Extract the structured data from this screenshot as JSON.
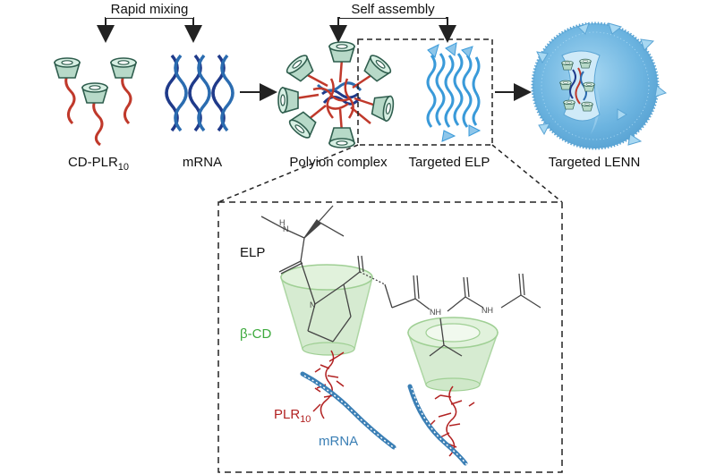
{
  "labels": {
    "rapid_mixing": "Rapid mixing",
    "self_assembly": "Self assembly",
    "cd_plr": "CD-PLR",
    "cd_plr_sub": "10",
    "mrna": "mRNA",
    "polyion_complex": "Polyion complex",
    "targeted_elp": "Targeted ELP",
    "targeted_lenn": "Targeted LENN",
    "inset_elp": "ELP",
    "inset_bcd": "β-CD",
    "inset_plr": "PLR",
    "inset_plr_sub": "10",
    "inset_mrna": "mRNA",
    "atom_h": "H",
    "atom_n": "N",
    "atom_n2": "N",
    "atom_nh1": "NH",
    "atom_nh2": "NH",
    "atom_nh3": "NH"
  },
  "colors": {
    "cyclodextrin": "#b7d9c8",
    "cyclodextrin_outline": "#2f5e4e",
    "plr": "#c0392b",
    "mrna_dark": "#1f3a8a",
    "mrna_light": "#2b6cb0",
    "elp": "#3a9ad9",
    "lenn": "#8ec6ea",
    "bcd_label": "#3daa3d",
    "plr_label": "#b22222",
    "mrna_label": "#3b7fb5"
  }
}
